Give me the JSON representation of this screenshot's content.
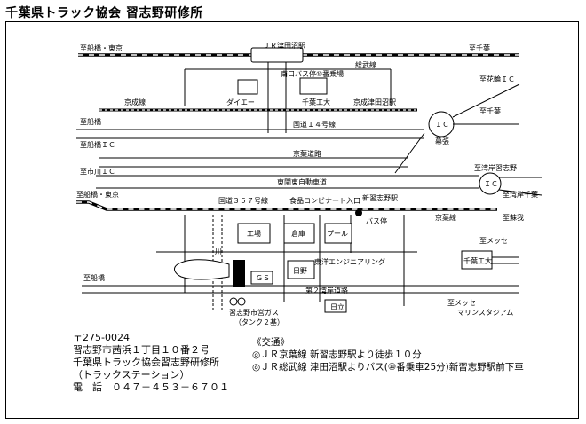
{
  "title": "千葉県トラック協会 習志野研修所",
  "labels": {
    "jr_tsudanuma": "ＪＲ津田沼駅",
    "to_funabashi_tokyo_top": "至船橋・東京",
    "to_chiba_top": "至千葉",
    "bus_stop_south": "南口バス停⑩番乗場",
    "sobu_line": "総武線",
    "to_hanawa_ic": "至花輪ＩＣ",
    "daiei": "ダイエー",
    "chiba_kodai_top": "千葉工大",
    "keisei_line": "京成線",
    "keisei_tsudanuma": "京成津田沼駅",
    "to_funabashi_mid": "至船橋",
    "route14": "国道１４号線",
    "to_chiba_mid": "至千葉",
    "ic_top": "ＩＣ",
    "makuhari": "幕張",
    "to_funabashi_ic": "至船橋ＩＣ",
    "keiyo_road": "京葉道路",
    "to_wangan_narashino": "至湾岸習志野",
    "to_ichikawa_ic": "至市川ＩＣ",
    "higashikanto": "東関東自動車道",
    "ic_right": "ＩＣ",
    "to_wangan_chiba": "至湾岸千葉",
    "to_funabashi_tokyo_low": "至船橋・東京",
    "route357": "国道３５７号線",
    "conbinato": "食品コンビナート入口",
    "shin_narashino": "新習志野駅",
    "to_soga": "至蘇我",
    "keiyo_line": "京葉線",
    "bus_stop": "バス停",
    "kojo": "工場",
    "souko": "倉庫",
    "pool": "プール",
    "to_messe_top": "至メッセ",
    "kawa": "川",
    "gs": "ＧＳ",
    "hino": "日野",
    "tokyo_eng": "東洋エンジニアリング",
    "chiba_kodai_low": "千葉工大",
    "to_funabashi_low": "至船橋",
    "wangan2": "第２湾岸道路",
    "hitachi": "日立",
    "to_messe_low": "至メッセ",
    "marine_stadium": "マリンスタジアム",
    "gas": "習志野市営ガス",
    "tank": "（タンク２基）"
  },
  "address": {
    "zip": "〒275-0024",
    "line1": "習志野市茜浜１丁目１０番２号",
    "line2": "千葉県トラック協会習志野研修所",
    "line3": "（トラックステーション）",
    "tel": "電　話　０４７－４５３－６７０１"
  },
  "access": {
    "heading": "《交通》",
    "line1": "◎ＪＲ京葉線 新習志野駅より徒歩１０分",
    "line2": "◎ＪＲ総武線 津田沼駅よりバス(⑩番乗車25分)新習志野駅前下車"
  }
}
